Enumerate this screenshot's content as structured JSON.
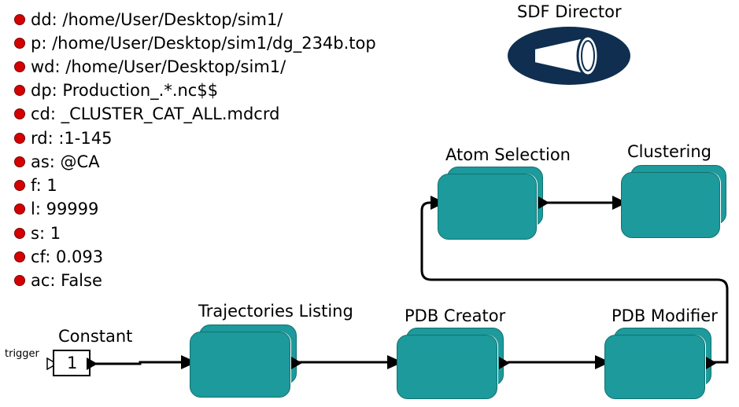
{
  "params": [
    {
      "text": "dd: /home/User/Desktop/sim1/"
    },
    {
      "text": "p: /home/User/Desktop/sim1/dg_234b.top"
    },
    {
      "text": "wd: /home/User/Desktop/sim1/"
    },
    {
      "text": "dp: Production_.*.nc$$"
    },
    {
      "text": "cd: _CLUSTER_CAT_ALL.mdcrd"
    },
    {
      "text": "rd: :1-145"
    },
    {
      "text": "as: @CA"
    },
    {
      "text": "f: 1"
    },
    {
      "text": "l: 99999"
    },
    {
      "text": "s: 1"
    },
    {
      "text": "cf: 0.093"
    },
    {
      "text": "ac: False"
    }
  ],
  "director": {
    "label": "SDF Director",
    "color": "#0f2e50"
  },
  "constant": {
    "label": "Constant",
    "value": "1",
    "port_label": "trigger"
  },
  "actors": {
    "trajectories_listing": "Trajectories Listing",
    "pdb_creator": "PDB Creator",
    "pdb_modifier": "PDB Modifier",
    "atom_selection": "Atom Selection",
    "clustering": "Clustering"
  },
  "colors": {
    "actor_fill": "#1c9a9c",
    "param_dot": "#d40000"
  }
}
